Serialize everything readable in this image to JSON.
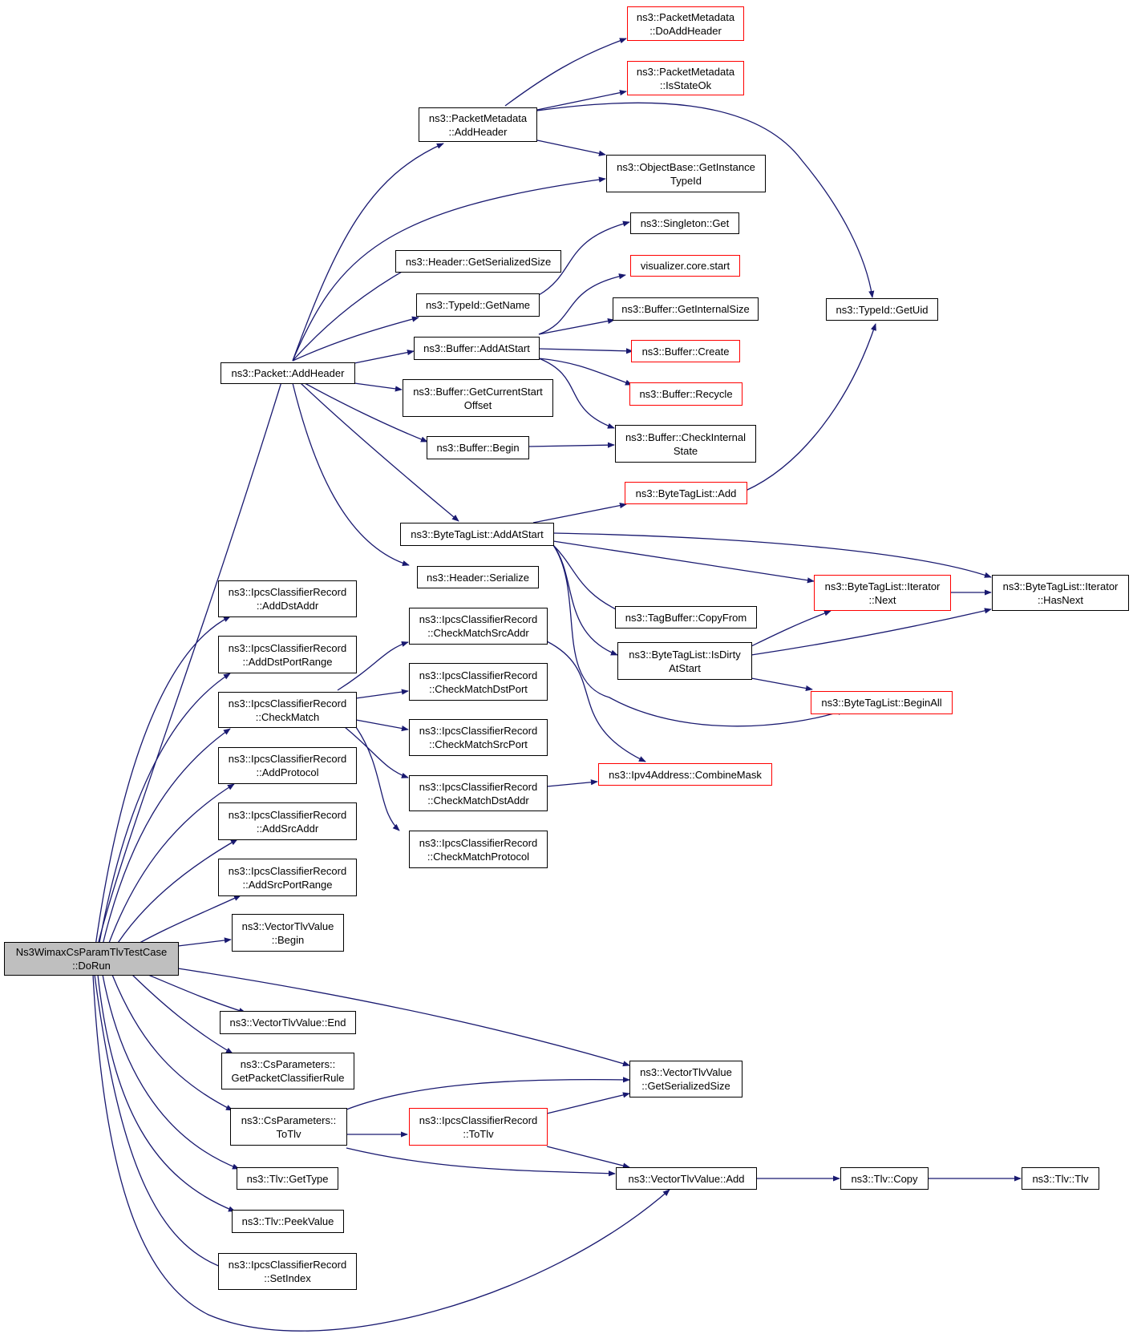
{
  "colors": {
    "edge": "#191970",
    "node_border": "#000000",
    "node_border_incomplete": "#ff0000",
    "root_fill": "#bfbfbf"
  },
  "nodes": [
    {
      "id": "root",
      "lines": [
        "Ns3WimaxCsParamTlvTestCase",
        "::DoRun"
      ],
      "style": "root"
    },
    {
      "id": "pkt_addheader",
      "lines": [
        "ns3::Packet::AddHeader"
      ]
    },
    {
      "id": "pm_doaddheader",
      "lines": [
        "ns3::PacketMetadata",
        "::DoAddHeader"
      ],
      "style": "red"
    },
    {
      "id": "pm_isstateok",
      "lines": [
        "ns3::PacketMetadata",
        "::IsStateOk"
      ],
      "style": "red"
    },
    {
      "id": "pm_addheader",
      "lines": [
        "ns3::PacketMetadata",
        "::AddHeader"
      ]
    },
    {
      "id": "ob_getinstancetypeid",
      "lines": [
        "ns3::ObjectBase::GetInstance",
        "TypeId"
      ]
    },
    {
      "id": "singleton_get",
      "lines": [
        "ns3::Singleton::Get"
      ]
    },
    {
      "id": "hdr_getserializedsize",
      "lines": [
        "ns3::Header::GetSerializedSize"
      ]
    },
    {
      "id": "vis_core_start",
      "lines": [
        "visualizer.core.start"
      ],
      "style": "red"
    },
    {
      "id": "typeid_getname",
      "lines": [
        "ns3::TypeId::GetName"
      ]
    },
    {
      "id": "buf_getinternalsize",
      "lines": [
        "ns3::Buffer::GetInternalSize"
      ]
    },
    {
      "id": "typeid_getuid",
      "lines": [
        "ns3::TypeId::GetUid"
      ]
    },
    {
      "id": "buf_addatstart",
      "lines": [
        "ns3::Buffer::AddAtStart"
      ]
    },
    {
      "id": "buf_create",
      "lines": [
        "ns3::Buffer::Create"
      ],
      "style": "red"
    },
    {
      "id": "buf_recycle",
      "lines": [
        "ns3::Buffer::Recycle"
      ],
      "style": "red"
    },
    {
      "id": "buf_getcurrentstartoffset",
      "lines": [
        "ns3::Buffer::GetCurrentStart",
        "Offset"
      ]
    },
    {
      "id": "buf_begin",
      "lines": [
        "ns3::Buffer::Begin"
      ]
    },
    {
      "id": "buf_checkinternalstate",
      "lines": [
        "ns3::Buffer::CheckInternal",
        "State"
      ]
    },
    {
      "id": "btl_add",
      "lines": [
        "ns3::ByteTagList::Add"
      ],
      "style": "red"
    },
    {
      "id": "btl_addatstart",
      "lines": [
        "ns3::ByteTagList::AddAtStart"
      ]
    },
    {
      "id": "hdr_serialize",
      "lines": [
        "ns3::Header::Serialize"
      ]
    },
    {
      "id": "btl_it_next",
      "lines": [
        "ns3::ByteTagList::Iterator",
        "::Next"
      ],
      "style": "red"
    },
    {
      "id": "btl_it_hasnext",
      "lines": [
        "ns3::ByteTagList::Iterator",
        "::HasNext"
      ]
    },
    {
      "id": "ipcs_adddstaddr",
      "lines": [
        "ns3::IpcsClassifierRecord",
        "::AddDstAddr"
      ]
    },
    {
      "id": "tagbuf_copyfrom",
      "lines": [
        "ns3::TagBuffer::CopyFrom"
      ]
    },
    {
      "id": "ipcs_cm_srcaddr",
      "lines": [
        "ns3::IpcsClassifierRecord",
        "::CheckMatchSrcAddr"
      ]
    },
    {
      "id": "ipcs_adddstportrange",
      "lines": [
        "ns3::IpcsClassifierRecord",
        "::AddDstPortRange"
      ]
    },
    {
      "id": "btl_isdirtyatstart",
      "lines": [
        "ns3::ByteTagList::IsDirty",
        "AtStart"
      ]
    },
    {
      "id": "ipcs_cm_dstport",
      "lines": [
        "ns3::IpcsClassifierRecord",
        "::CheckMatchDstPort"
      ]
    },
    {
      "id": "ipcs_checkmatch",
      "lines": [
        "ns3::IpcsClassifierRecord",
        "::CheckMatch"
      ]
    },
    {
      "id": "btl_beginall",
      "lines": [
        "ns3::ByteTagList::BeginAll"
      ],
      "style": "red"
    },
    {
      "id": "ipcs_cm_srcport",
      "lines": [
        "ns3::IpcsClassifierRecord",
        "::CheckMatchSrcPort"
      ]
    },
    {
      "id": "ipcs_addprotocol",
      "lines": [
        "ns3::IpcsClassifierRecord",
        "::AddProtocol"
      ]
    },
    {
      "id": "ipv4_combinemask",
      "lines": [
        "ns3::Ipv4Address::CombineMask"
      ],
      "style": "red"
    },
    {
      "id": "ipcs_cm_dstaddr",
      "lines": [
        "ns3::IpcsClassifierRecord",
        "::CheckMatchDstAddr"
      ]
    },
    {
      "id": "ipcs_addsrcaddr",
      "lines": [
        "ns3::IpcsClassifierRecord",
        "::AddSrcAddr"
      ]
    },
    {
      "id": "ipcs_cm_protocol",
      "lines": [
        "ns3::IpcsClassifierRecord",
        "::CheckMatchProtocol"
      ]
    },
    {
      "id": "ipcs_addsrcportrange",
      "lines": [
        "ns3::IpcsClassifierRecord",
        "::AddSrcPortRange"
      ]
    },
    {
      "id": "vtv_begin",
      "lines": [
        "ns3::VectorTlvValue",
        "::Begin"
      ]
    },
    {
      "id": "vtv_end",
      "lines": [
        "ns3::VectorTlvValue::End"
      ]
    },
    {
      "id": "csp_getpacketclassifierrule",
      "lines": [
        "ns3::CsParameters::",
        "GetPacketClassifierRule"
      ]
    },
    {
      "id": "vtv_getserializedsize",
      "lines": [
        "ns3::VectorTlvValue",
        "::GetSerializedSize"
      ]
    },
    {
      "id": "csp_totlv",
      "lines": [
        "ns3::CsParameters::",
        "ToTlv"
      ]
    },
    {
      "id": "ipcs_totlv",
      "lines": [
        "ns3::IpcsClassifierRecord",
        "::ToTlv"
      ],
      "style": "red"
    },
    {
      "id": "tlv_gettype",
      "lines": [
        "ns3::Tlv::GetType"
      ]
    },
    {
      "id": "vtv_add",
      "lines": [
        "ns3::VectorTlvValue::Add"
      ]
    },
    {
      "id": "tlv_copy",
      "lines": [
        "ns3::Tlv::Copy"
      ]
    },
    {
      "id": "tlv_tlv",
      "lines": [
        "ns3::Tlv::Tlv"
      ]
    },
    {
      "id": "tlv_peekvalue",
      "lines": [
        "ns3::Tlv::PeekValue"
      ]
    },
    {
      "id": "ipcs_setindex",
      "lines": [
        "ns3::IpcsClassifierRecord",
        "::SetIndex"
      ]
    }
  ]
}
